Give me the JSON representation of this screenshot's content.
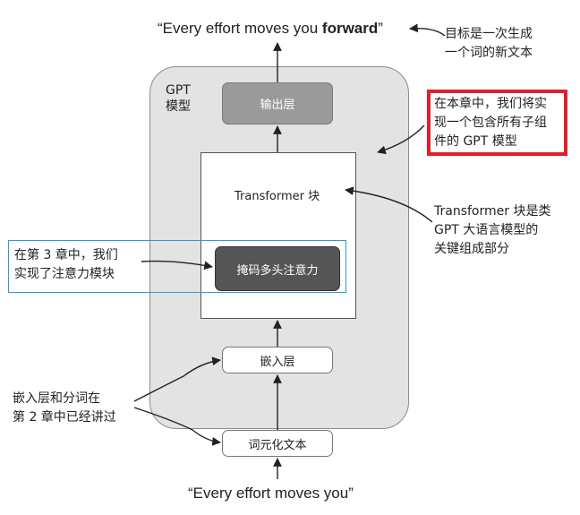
{
  "output_text_prefix": "“Every effort moves you ",
  "output_text_bold": "forward",
  "output_text_suffix": "”",
  "input_text": "“Every effort moves you”",
  "gpt_label_line1": "GPT",
  "gpt_label_line2": "模型",
  "output_layer": "输出层",
  "transformer_block": "Transformer 块",
  "masked_attention": "掩码多头注意力",
  "embedding_layer": "嵌入层",
  "tokenized_text": "词元化文本",
  "notes": {
    "goal": [
      "目标是一次生成",
      "一个词的新文本"
    ],
    "chapter_impl": [
      "在本章中，我们将实",
      "现一个包含所有子组",
      "件的 GPT 模型"
    ],
    "transformer_key": [
      "Transformer 块是类",
      "GPT 大语言模型的",
      "关键组成部分"
    ],
    "chapter3": [
      "在第 3 章中，我们",
      "实现了注意力模块"
    ],
    "chapter2": [
      "嵌入层和分词在",
      "第 2 章中已经讲过"
    ]
  },
  "colors": {
    "panel": "#e3e3e3",
    "highlight_red": "#e0202a",
    "highlight_blue": "#2b9bd6",
    "dark_box": "#555555",
    "medium_box": "#9a9a9a"
  }
}
